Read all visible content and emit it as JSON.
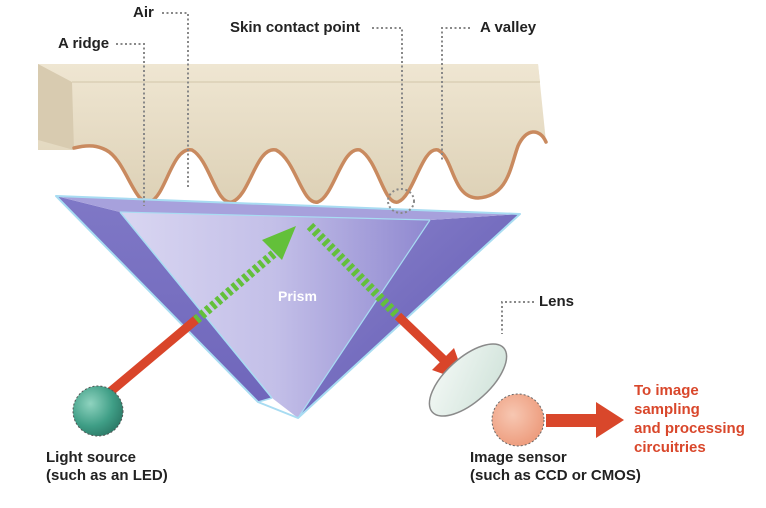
{
  "labels": {
    "air": "Air",
    "ridge": "A ridge",
    "skin_contact_point": "Skin contact point",
    "valley": "A valley",
    "prism": "Prism",
    "lens": "Lens",
    "light_source": [
      "Light source",
      "(such as an LED)"
    ],
    "image_sensor": [
      "Image sensor",
      "(such as CCD or CMOS)"
    ],
    "output": [
      "To image",
      "sampling",
      "and processing",
      "circuitries"
    ]
  },
  "colors": {
    "skin": "#e7dcc4",
    "skin_outline": "#c98a5f",
    "prism": "#b9b4e3",
    "prism_dark": "#7b72c2",
    "prism_edge": "#9fd4ee",
    "incident_beam": "#d9452a",
    "reflected_beam": "#63c03a",
    "light_source": "#3f9e86",
    "image_sensor": "#f0a889",
    "lens": "#e4efe9",
    "output_text": "#d9472b",
    "leader_line": "#888888"
  }
}
